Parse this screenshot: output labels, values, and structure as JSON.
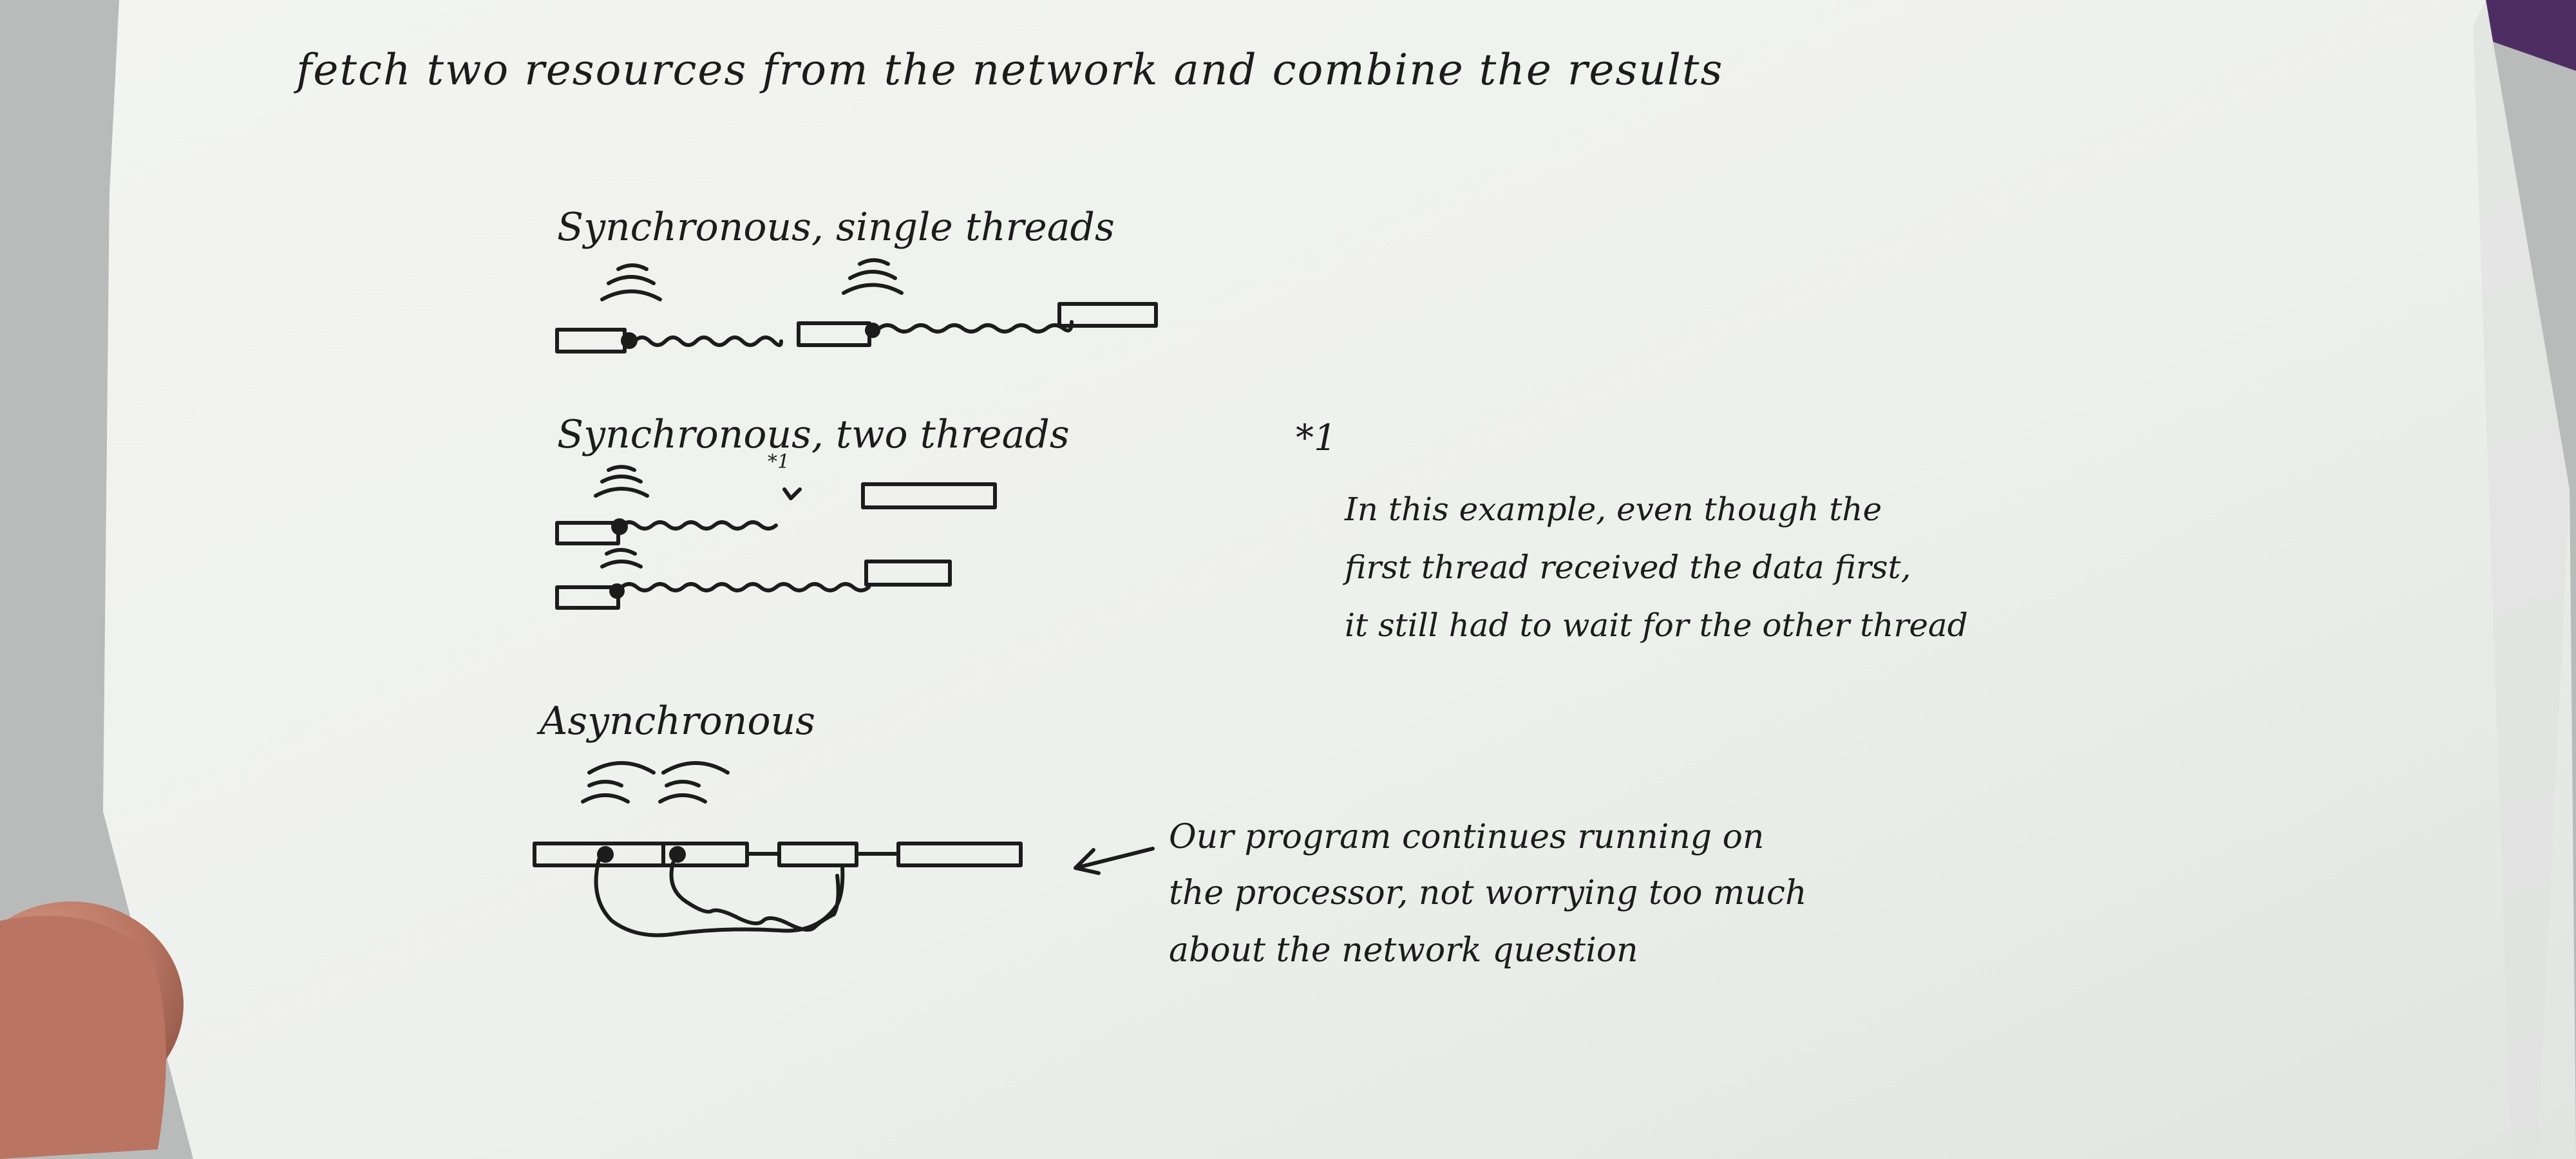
{
  "title": "fetch two resources from the network and combine the results",
  "sections": {
    "sync_single": "Synchronous, single threads",
    "sync_two": "Synchronous, two threads",
    "async": "Asynchronous"
  },
  "footnote": {
    "marker": "*1",
    "small_marker": "*1",
    "lines": [
      "In this example, even though the",
      "first thread received the data first,",
      "it still had to wait for the other thread"
    ]
  },
  "async_note": {
    "lines": [
      "Our program continues running on",
      "the processor, not worrying too much",
      "about the network question"
    ]
  },
  "colors": {
    "ink": "#1c1c1c",
    "paper": "#f1f2f0",
    "thumb": "#c4826c",
    "purple": "#4e2e62"
  }
}
